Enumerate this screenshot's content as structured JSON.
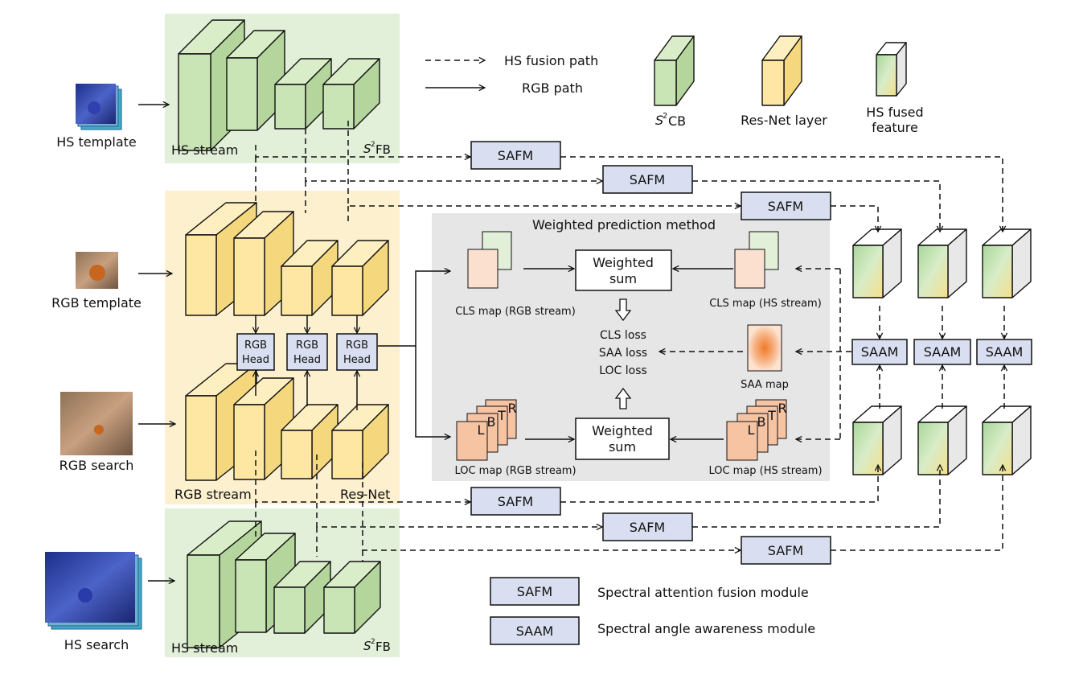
{
  "legend": {
    "hs_fusion_path": "HS fusion path",
    "rgb_path": "RGB path",
    "s2cb": "CB",
    "resnet_layer": "Res-Net layer",
    "hs_fused_line1": "HS fused",
    "hs_fused_line2": "feature",
    "s2_prefix": "S",
    "s2_sup": "2"
  },
  "inputs": {
    "hs_template": "HS template",
    "rgb_template": "RGB template",
    "rgb_search": "RGB search",
    "hs_search": "HS search"
  },
  "streams": {
    "hs_stream_top": "HS stream",
    "s2fb_top": "FB",
    "rgb_stream": "RGB stream",
    "resnet": "Res-Net",
    "hs_stream_bottom": "HS stream",
    "s2fb_bottom": "FB"
  },
  "heads": {
    "line1": "RGB",
    "line2": "Head"
  },
  "modules": {
    "safm": "SAFM",
    "saam": "SAAM"
  },
  "weighted": {
    "title": "Weighted prediction method",
    "sum_line1": "Weighted",
    "sum_line2": "sum",
    "cls_map_rgb": "CLS map (RGB stream)",
    "cls_map_hs": "CLS map (HS stream)",
    "loc_map_rgb": "LOC map (RGB stream)",
    "loc_map_hs": "LOC map (HS stream)",
    "saa_map": "SAA map",
    "losses": [
      "CLS loss",
      "SAA loss",
      "LOC loss"
    ],
    "ltbr": [
      "L",
      "B",
      "T",
      "R"
    ]
  },
  "bottom_legend": {
    "safm_desc": "Spectral attention fusion module",
    "saam_desc": "Spectral angle awareness module"
  },
  "colors": {
    "hs_panel": "#e2efd9",
    "rgb_panel": "#fdf0cf",
    "gray_panel": "#e6e6e6",
    "green_block": "#c9e4b5",
    "yellow_block": "#fde7a3",
    "module_box": "#d9dff0",
    "cls_rgb_map": "#fbe0cf",
    "cls_hs_map": "#e2efd9",
    "loc_map": "#f6c3a3"
  }
}
